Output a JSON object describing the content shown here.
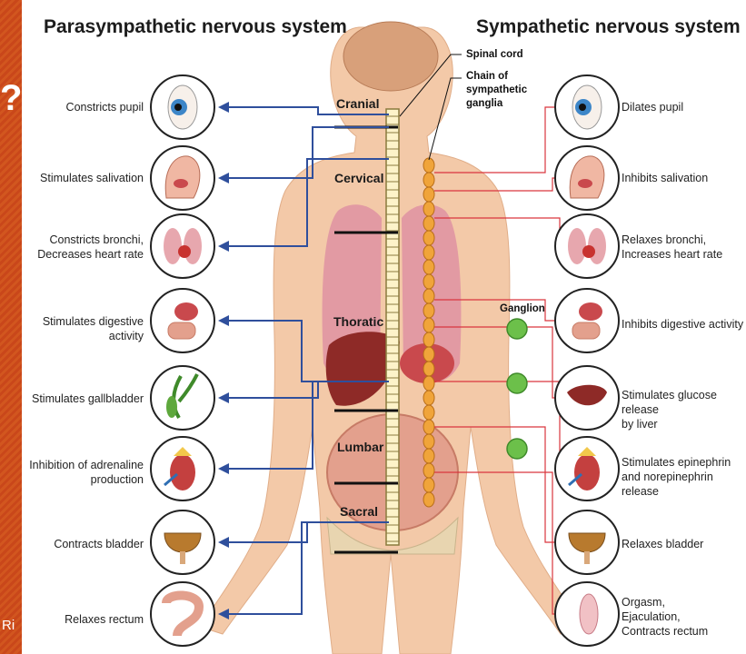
{
  "sidebar": {
    "glyph": "?",
    "fragment": "Ri"
  },
  "titles": {
    "left": "Parasympathetic nervous system",
    "right": "Sympathetic nervous system"
  },
  "annotations": {
    "spinal_cord": "Spinal cord",
    "chain": "Chain of\nsympathetic\nganglia",
    "ganglion": "Ganglion"
  },
  "regions": [
    "Cranial",
    "Cervical",
    "Thoratic",
    "Lumbar",
    "Sacral"
  ],
  "parasympathetic": [
    {
      "label": "Constricts pupil",
      "icon": "eye-icon"
    },
    {
      "label": "Stimulates salivation",
      "icon": "salivary-head-icon"
    },
    {
      "label": "Constricts bronchi,\nDecreases heart rate",
      "icon": "lungs-heart-icon"
    },
    {
      "label": "Stimulates digestive\nactivity",
      "icon": "stomach-intestine-icon"
    },
    {
      "label": "Stimulates gallbladder",
      "icon": "gallbladder-icon"
    },
    {
      "label": "Inhibition of adrenaline\nproduction",
      "icon": "adrenal-kidney-icon"
    },
    {
      "label": "Contracts bladder",
      "icon": "bladder-icon"
    },
    {
      "label": "Relaxes rectum",
      "icon": "rectum-icon"
    }
  ],
  "sympathetic": [
    {
      "label": "Dilates pupil",
      "icon": "eye-icon"
    },
    {
      "label": "Inhibits salivation",
      "icon": "salivary-head-icon"
    },
    {
      "label": "Relaxes bronchi,\nIncreases heart rate",
      "icon": "lungs-heart-icon"
    },
    {
      "label": "Inhibits digestive activity",
      "icon": "stomach-intestine-icon"
    },
    {
      "label": "Stimulates glucose release\nby liver",
      "icon": "liver-icon"
    },
    {
      "label": "Stimulates epinephrin\nand norepinephrin release",
      "icon": "adrenal-kidney-icon"
    },
    {
      "label": "Relaxes bladder",
      "icon": "bladder-icon"
    },
    {
      "label": "Orgasm,\nEjaculation,\nContracts rectum",
      "icon": "reproductive-icon"
    }
  ],
  "colors": {
    "parasympathetic": "#2f4f9c",
    "sympathetic": "#d9363e",
    "ganglion": "#6cc04a",
    "skin": "#f3c9a8",
    "chain": "#f0a43a"
  }
}
